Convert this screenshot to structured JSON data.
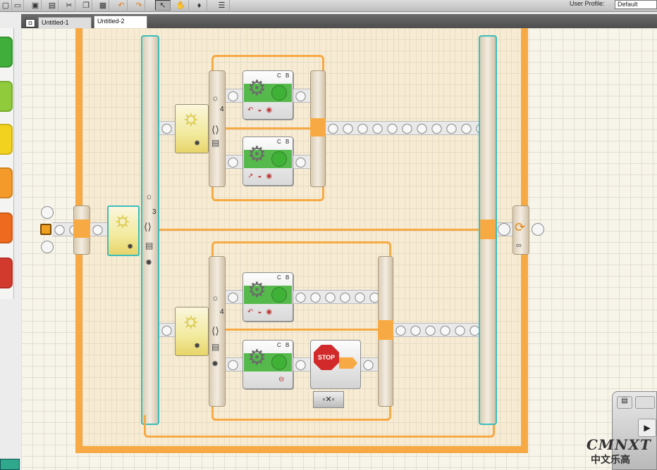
{
  "toolbar": {
    "buttons": [
      "new-file-icon",
      "open-folder-icon",
      "save-icon",
      "cut-icon",
      "copy-icon",
      "paste-icon",
      "undo-icon",
      "redo-icon",
      "pointer-icon",
      "pan-hand-icon",
      "comment-icon",
      "custom-palette-icon"
    ],
    "user_profile_label": "User Profile:",
    "user_profile_value": "Default"
  },
  "tabs": [
    {
      "label": "Untitled-1",
      "active": false
    },
    {
      "label": "Untitled-2",
      "active": true
    }
  ],
  "program": {
    "switch_outer_count": "3",
    "switch_top_count": "4",
    "switch_bottom_count": "4",
    "motor_ports": "C B",
    "stop_label": "STOP"
  },
  "watermark": {
    "line1": "CMNXT",
    "line2": "中文乐高"
  },
  "colors": {
    "frame": "#f7a943",
    "selection": "#3bbcbc",
    "motor_green": "#55b94c",
    "sensor_yellow": "#f2ea9d"
  }
}
